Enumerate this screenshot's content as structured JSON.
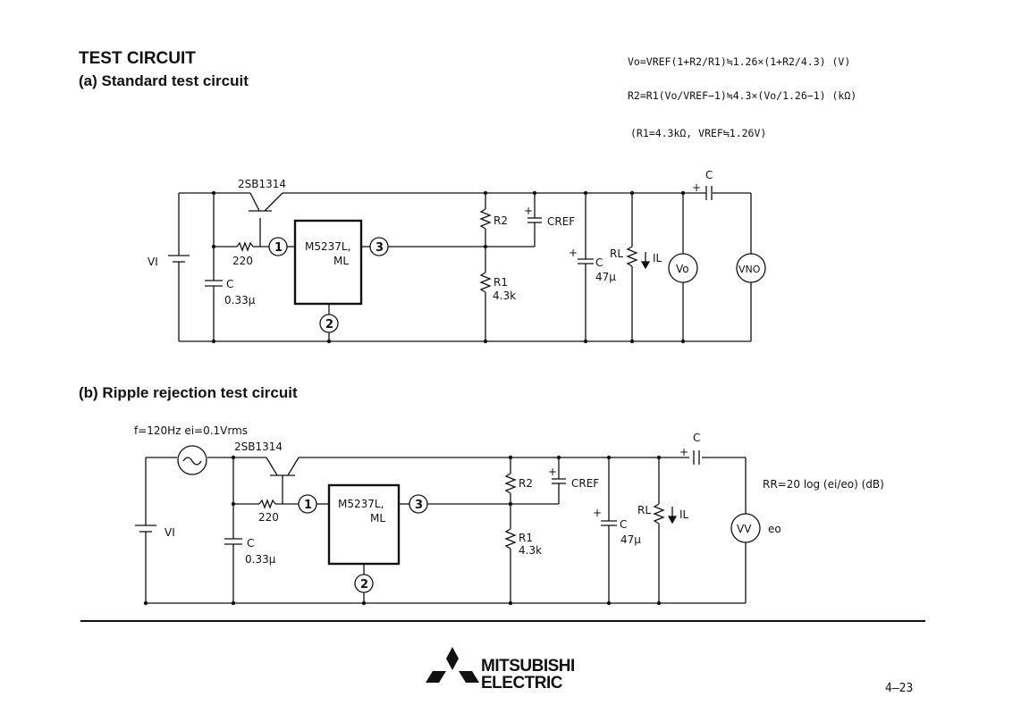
{
  "heading": {
    "title": "TEST CIRCUIT",
    "sub_a": "(a)  Standard test circuit",
    "sub_b": "(b)  Ripple rejection test circuit"
  },
  "formulas": {
    "vo": "Vo=VREF(1+R2/R1)≒1.26×(1+R2/4.3)  (V)",
    "r2": "R2=R1(Vo/VREF−1)≒4.3×(Vo/1.26−1)  (kΩ)",
    "note": "(R1=4.3kΩ, VREF≒1.26V)"
  },
  "circuit_a": {
    "transistor": "2SB1314",
    "ic_name": "M5237L,",
    "ic_name2": "ML",
    "pin1": "1",
    "pin2": "2",
    "pin3": "3",
    "vi": "VI",
    "r_in": "220",
    "c_in": "C",
    "c_in_val": "0.33μ",
    "r2": "R2",
    "r1": "R1",
    "r1_val": "4.3k",
    "cref": "CREF",
    "c_out": "C",
    "c_out_val": "47μ",
    "rl": "RL",
    "il": "IL",
    "c_series": "C",
    "vo_meter": "Vo",
    "vno_meter": "VNO"
  },
  "circuit_b": {
    "source": "f=120Hz  ei=0.1Vrms",
    "transistor": "2SB1314",
    "ic_name": "M5237L,",
    "ic_name2": "ML",
    "pin1": "1",
    "pin2": "2",
    "pin3": "3",
    "vi": "VI",
    "r_in": "220",
    "c_in": "C",
    "c_in_val": "0.33μ",
    "r2": "R2",
    "r1": "R1",
    "r1_val": "4.3k",
    "cref": "CREF",
    "c_out": "C",
    "c_out_val": "47μ",
    "rl": "RL",
    "il": "IL",
    "c_series": "C",
    "meter": "VV",
    "eo": "eo",
    "rr": "RR=20 log  (ei/eo)  (dB)"
  },
  "footer": {
    "brand_line1": "MITSUBISHI",
    "brand_line2": "ELECTRIC",
    "page": "4—23"
  }
}
